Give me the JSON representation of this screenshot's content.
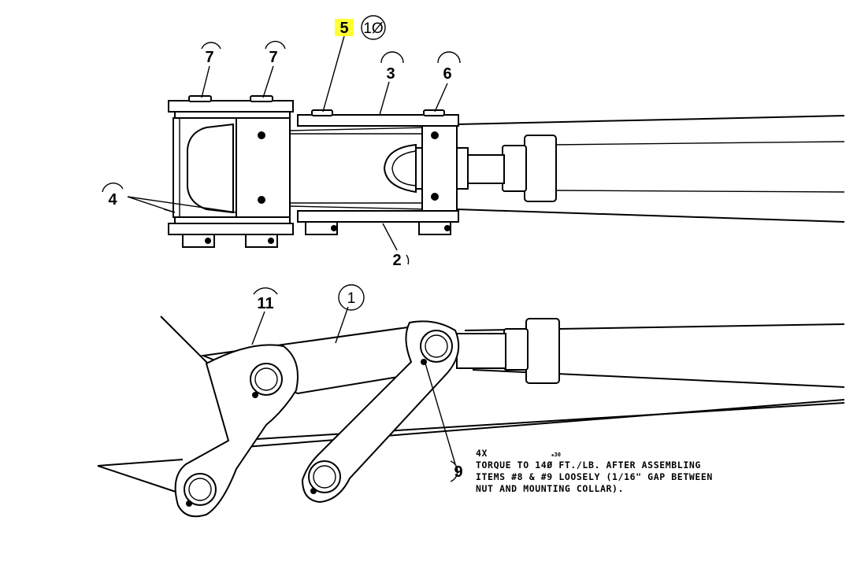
{
  "diagram": {
    "highlight_color": "#ffff33",
    "callouts": {
      "c1": "1",
      "c2": "2",
      "c3": "3",
      "c4": "4",
      "c5": "5",
      "c6": "6",
      "c7a": "7",
      "c7b": "7",
      "c9": "9",
      "c10": "1Ø",
      "c11": "11"
    },
    "note": {
      "count": "4X",
      "tag": "⁎30",
      "line1": "TORQUE TO 14Ø FT./LB. AFTER ASSEMBLING",
      "line2": "ITEMS #8 & #9 LOOSELY (1/16\" GAP BETWEEN",
      "line3": "NUT AND MOUNTING COLLAR)."
    }
  }
}
